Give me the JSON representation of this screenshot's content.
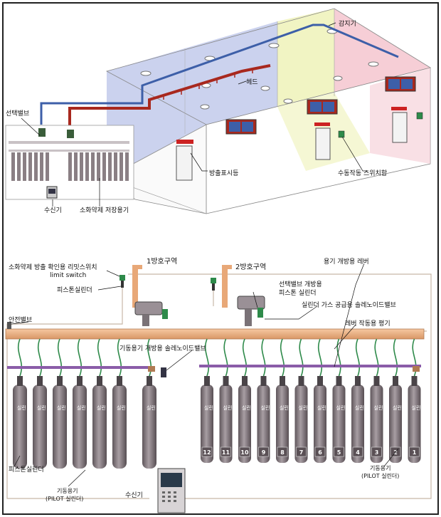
{
  "top": {
    "labels": {
      "sensor": "감지기",
      "head": "헤드",
      "selector_valve": "선택밸브",
      "discharge_sign": "방출표시등",
      "manual_switch": "수동작동 스위치함",
      "receiver": "수신기",
      "storage": "소화약제 저장용기"
    }
  },
  "bottom": {
    "labels": {
      "zone1": "1방호구역",
      "zone2": "2방호구역",
      "limit_switch_kr": "소화약제 방출 확인용 리밋스위치",
      "limit_switch_en": "limit switch",
      "piston_cyl_left": "피스톤실린더",
      "selector_piston": "선택밸브 개방용",
      "selector_piston2": "피스톤 실린더",
      "container_lever": "용기 개방용 레버",
      "cylinder_gas_valve": "실린더 가스 공급용 솔레노이드밸브",
      "safety_valve": "안전밸브",
      "lever_rod": "레버 작동용 평기",
      "start_solenoid": "기동용기 개방용 솔레노이드밸브",
      "piston_cyl_bottom": "피스톤실린더",
      "pilot_left_1": "기동용기",
      "pilot_left_2": "(PILOT 실린더)",
      "receiver": "수신기",
      "pilot_right_1": "기동용기",
      "pilot_right_2": "(PILOT 실린더)"
    },
    "cylinder_text": "실린",
    "cylinder_numbers": [
      "12",
      "11",
      "10",
      "9",
      "8",
      "7",
      "6",
      "5",
      "4",
      "3",
      "2",
      "1"
    ]
  },
  "colors": {
    "blue_pipe": "#3d5fa8",
    "red_pipe": "#a8281e",
    "manifold": "#e8a878",
    "cylinder": "#8a7f84",
    "zone_blue": "#b9c3e8",
    "zone_yellow": "#eef2b8",
    "zone_pink": "#f4c6cf",
    "purple": "#8a5ca8",
    "green": "#2e8a4a"
  }
}
